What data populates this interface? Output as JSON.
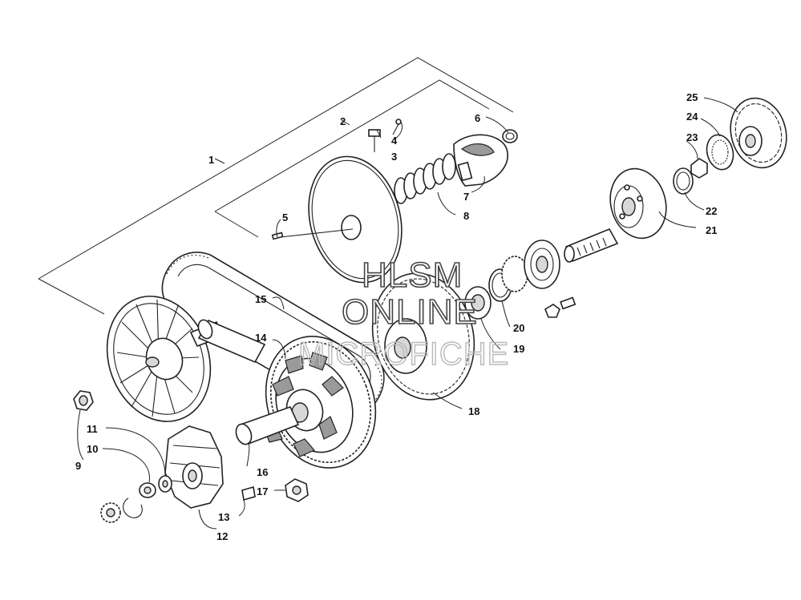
{
  "callouts": {
    "c1": "1",
    "c2": "2",
    "c3": "3",
    "c4": "4",
    "c5": "5",
    "c6": "6",
    "c7": "7",
    "c8": "8",
    "c9": "9",
    "c10": "10",
    "c11": "11",
    "c12": "12",
    "c13": "13",
    "c14": "14",
    "c15": "15",
    "c16": "16",
    "c17": "17",
    "c18": "18",
    "c19": "19",
    "c20": "20",
    "c21": "21",
    "c22": "22",
    "c23": "23",
    "c24": "24",
    "c25": "25"
  },
  "watermark": {
    "line1": "HLSM",
    "line2": "ONLINE",
    "line3": "MICROFICHE"
  }
}
